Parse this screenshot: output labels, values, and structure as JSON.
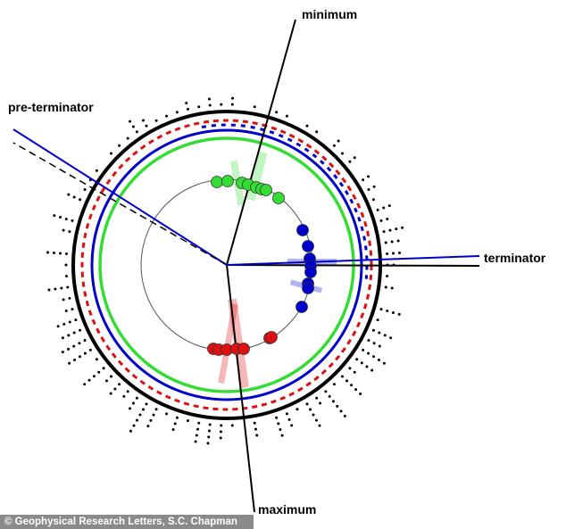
{
  "labels": {
    "minimum": "minimum",
    "pre_terminator": "pre-terminator",
    "terminator": "terminator",
    "maximum": "maximum"
  },
  "credit": "© Geophysical Research Letters, S.C. Chapman",
  "colors": {
    "green": "#33dd33",
    "blue": "#0000cc",
    "red": "#dd1111",
    "black": "#000000",
    "credit_bg": "#8a8a8a"
  }
}
